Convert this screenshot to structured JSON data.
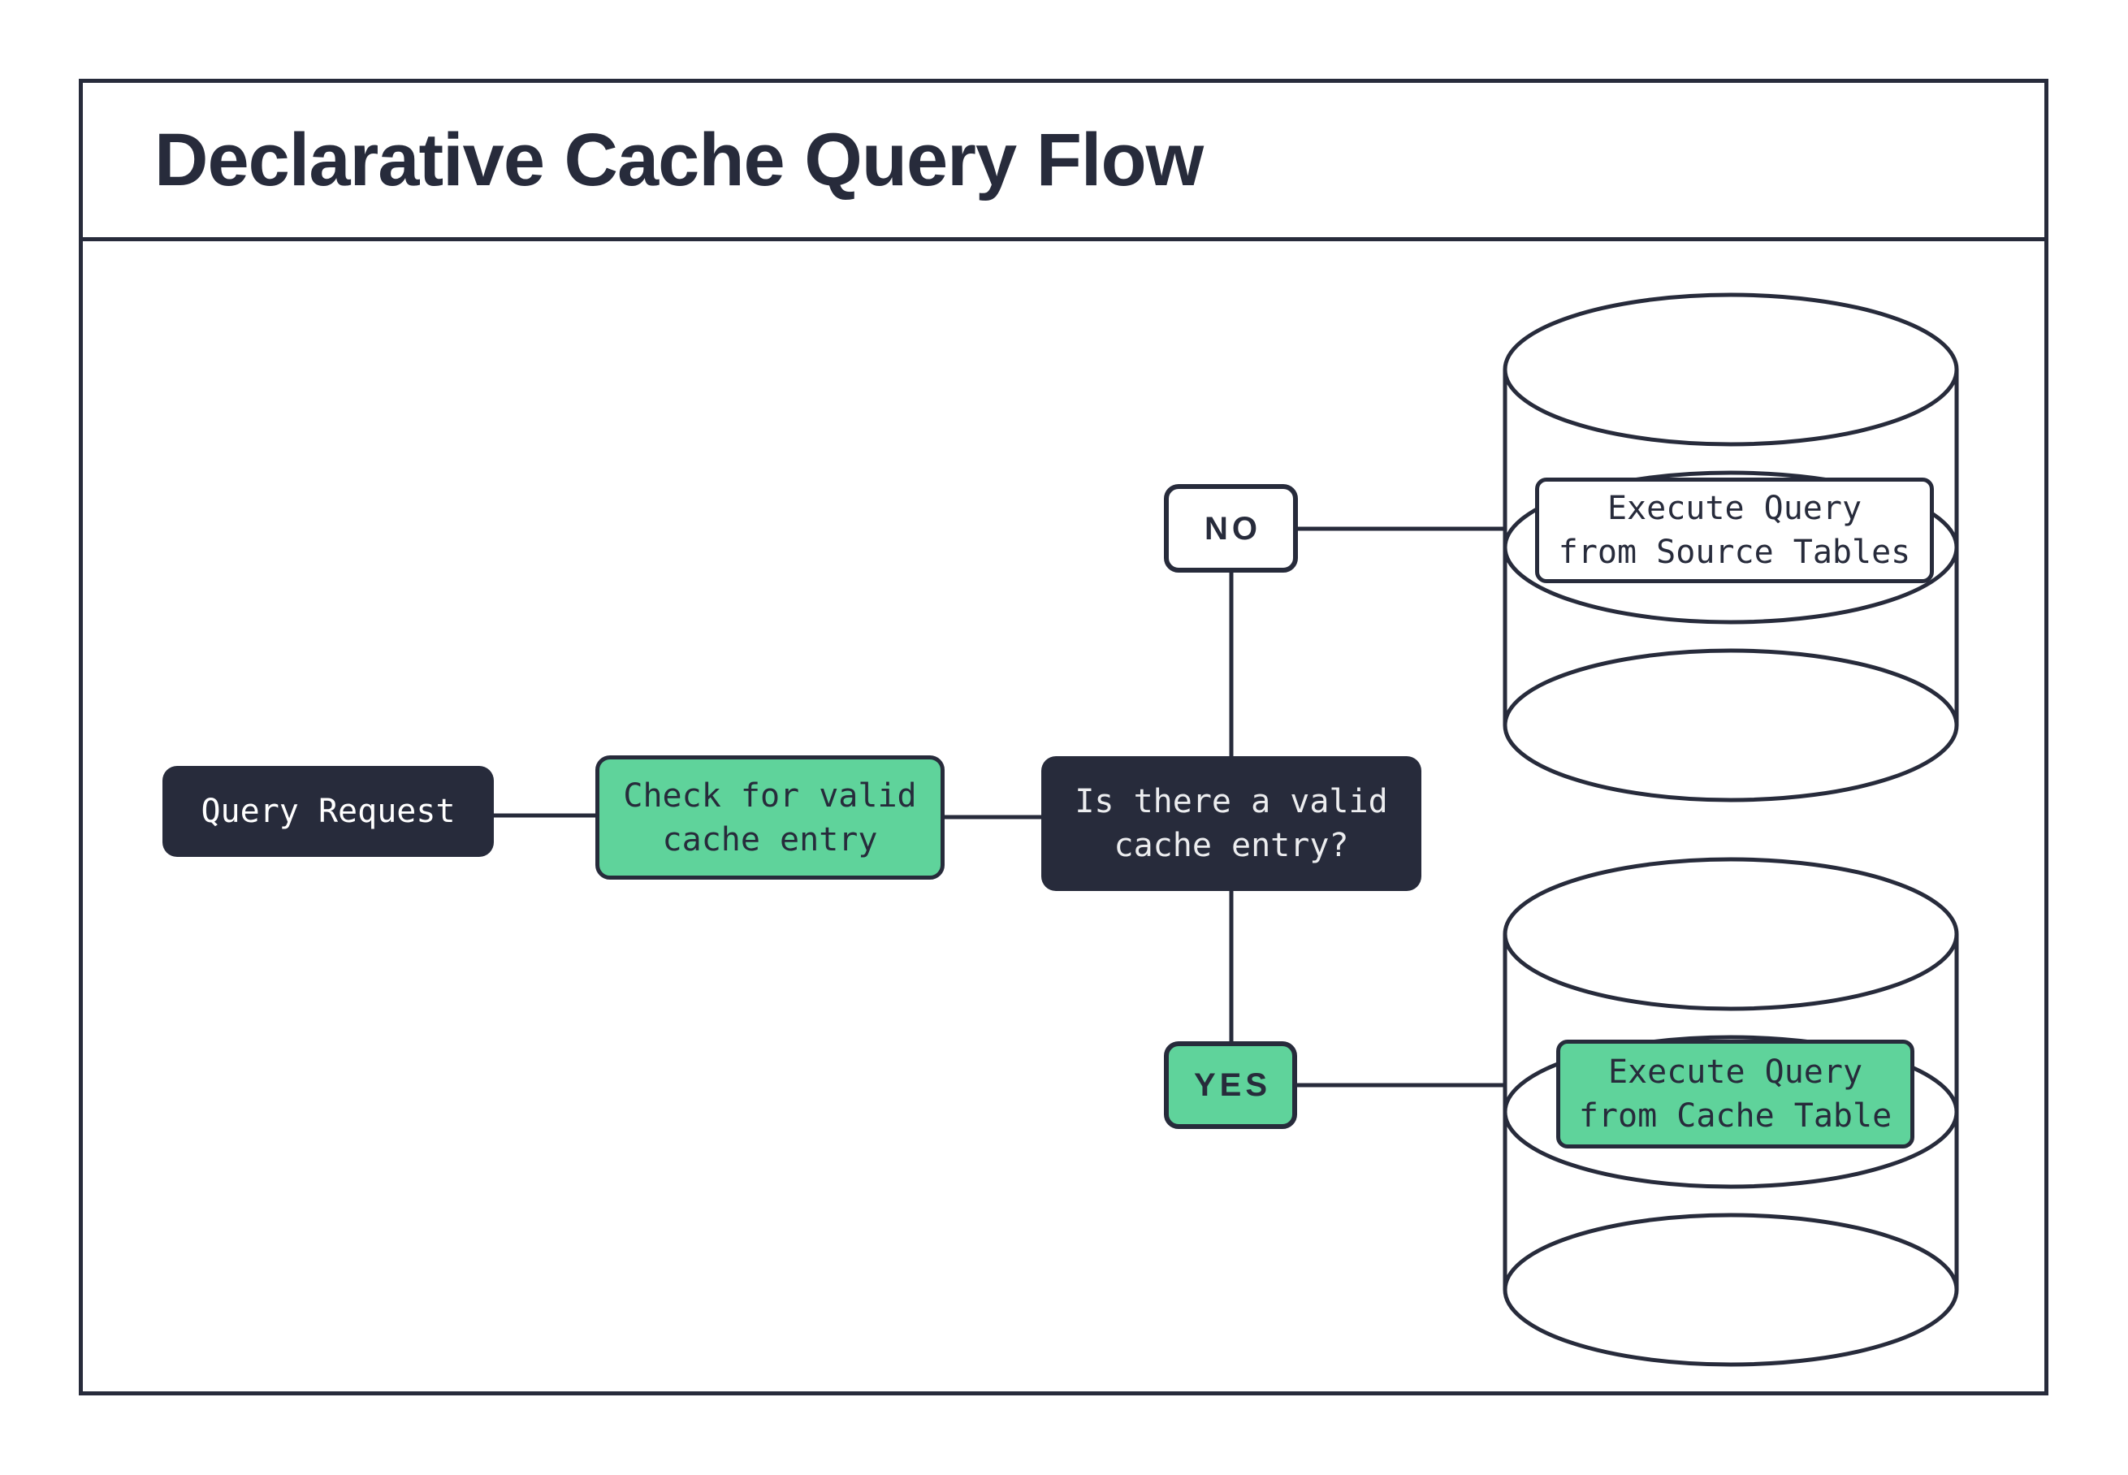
{
  "header": {
    "title": "Declarative Cache Query Flow"
  },
  "colors": {
    "ink": "#272B3B",
    "green": "#5FD39B",
    "paper": "#FFFFFF",
    "decision_text": "#ECEDEF"
  },
  "flow": {
    "query_request": {
      "label": "Query Request"
    },
    "check_cache": {
      "line1": "Check for valid",
      "line2": "cache entry"
    },
    "decision": {
      "line1": "Is there a valid",
      "line2": "cache entry?"
    },
    "branch_no": {
      "label": "NO"
    },
    "branch_yes": {
      "label": "YES"
    },
    "source_db": {
      "line1": "Execute Query",
      "line2": "from Source Tables"
    },
    "cache_db": {
      "line1": "Execute Query",
      "line2": "from Cache Table"
    }
  }
}
